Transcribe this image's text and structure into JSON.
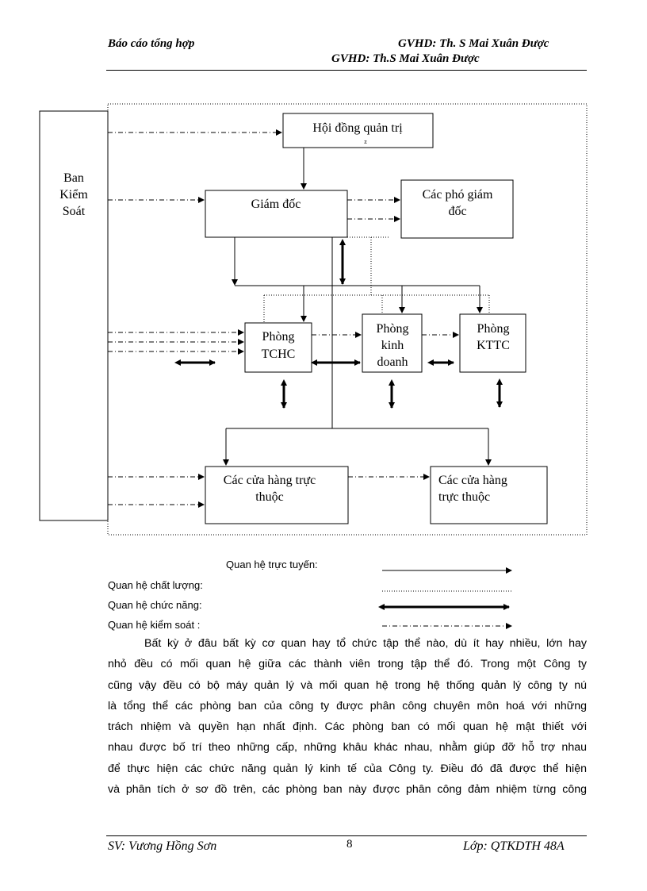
{
  "header": {
    "left": "Báo cáo tổng hợp",
    "right_top": "GVHD:  Th. S Mai Xuân Được",
    "right_bottom": "GVHD:  Th.S Mai Xuân Được"
  },
  "diagram": {
    "ban_kiem_soat": [
      "Ban",
      "Kiểm",
      "Soát"
    ],
    "hoi_dong_quan_tri": "Hội đồng quản trị",
    "hoi_dong_mark": "z",
    "giam_doc": "Giám đốc",
    "pho_giam_doc": [
      "Các phó giám",
      "đốc"
    ],
    "phong_tchc": [
      "Phòng",
      "TCHC"
    ],
    "phong_kinh_doanh": [
      "Phòng",
      "kinh",
      "doanh"
    ],
    "phong_kttc": [
      "Phòng",
      "KTTC"
    ],
    "cua_hang_1": [
      "Các cửa hàng trực",
      "thuộc"
    ],
    "cua_hang_2": [
      "Các cửa hàng",
      "trực thuộc"
    ]
  },
  "legend": {
    "truc_tuyen": "Quan hệ trực tuyến:",
    "chat_luong": "Quan hệ chất lượng:",
    "chuc_nang": "Quan hệ chức năng:",
    "kiem_soat": "Quan hệ kiểm soát :"
  },
  "paragraph_lines": [
    "Bất kỳ ở đâu bất kỳ cơ quan hay tổ chức tập thể nào, dù ít hay nhiều, lớn hay",
    "nhỏ đều có mối quan hệ giữa các thành viên trong tập thể đó. Trong một Công ty",
    "cũng vậy đều có bộ máy quản lý và mối quan hệ trong hệ thống quản lý công ty nú",
    "là tổng thể các phòng ban của công ty được phân công chuyên môn hoá với những",
    "trách nhiệm và quyền hạn nhất định. Các phòng ban có mối quan hệ mật thiết với",
    "nhau được bố trí theo những cấp, những khâu khác nhau, nhằm giúp đỡ hỗ trợ nhau",
    "để thực hiện các chức năng quản lý kinh tế của Công ty. Điều đó đã được thể hiện",
    "và phân tích ở sơ đồ trên, các phòng ban này được phân công đảm nhiệm từng công"
  ],
  "footer": {
    "student": "SV: Vương Hồng Sơn",
    "page_number": "8",
    "class": "Lớp: QTKDTH 48A"
  }
}
